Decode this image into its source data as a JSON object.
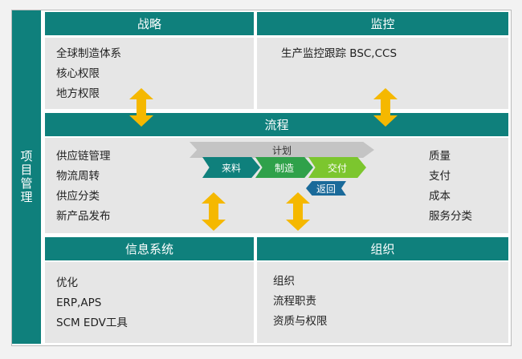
{
  "side_label": "项目管理",
  "strategy": {
    "title": "战略",
    "items": [
      "全球制造体系",
      "核心权限",
      "地方权限"
    ]
  },
  "monitor": {
    "title": "监控",
    "items": [
      "生产监控跟踪 BSC,CCS"
    ]
  },
  "process": {
    "title": "流程",
    "left_items": [
      "供应链管理",
      "物流周转",
      "供应分类",
      "新产品发布"
    ],
    "right_items": [
      "质量",
      "支付",
      "成本",
      "服务分类"
    ],
    "flow": {
      "plan": "计划",
      "steps": [
        "来料",
        "制造",
        "交付"
      ],
      "return": "返回"
    }
  },
  "info": {
    "title": "信息系统",
    "items": [
      "优化",
      "ERP,APS",
      "SCM EDV工具"
    ]
  },
  "org": {
    "title": "组织",
    "items": [
      "组织",
      "流程职责",
      "资质与权限"
    ]
  },
  "colors": {
    "teal": "#0f807c",
    "arrow": "#f5b800",
    "gray": "#e6e6e6"
  }
}
